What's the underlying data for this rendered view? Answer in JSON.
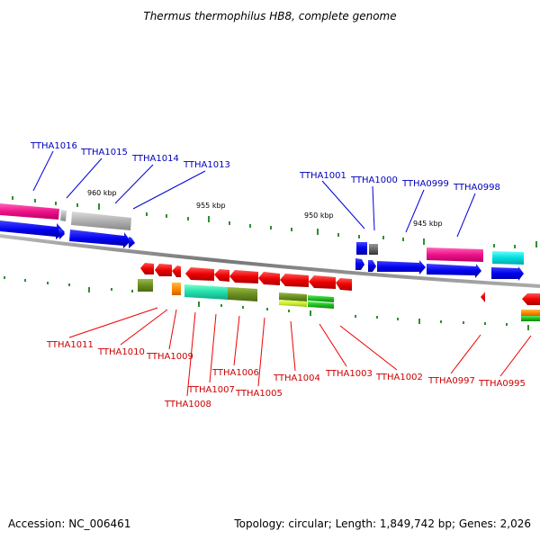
{
  "title": "Thermus thermophilus HB8, complete genome",
  "footer": {
    "accession": "Accession: NC_006461",
    "summary": "Topology: circular; Length: 1,849,742 bp; Genes: 2,026"
  },
  "scale_labels": [
    "960 kbp",
    "955 kbp",
    "950 kbp",
    "945 kbp"
  ],
  "genes_plus_strand": [
    "TTHA1016",
    "TTHA1015",
    "TTHA1014",
    "TTHA1013",
    "TTHA1001",
    "TTHA1000",
    "TTHA0999",
    "TTHA0998"
  ],
  "genes_minus_strand": [
    "TTHA1011",
    "TTHA1010",
    "TTHA1009",
    "TTHA1008",
    "TTHA1007",
    "TTHA1006",
    "TTHA1005",
    "TTHA1004",
    "TTHA1003",
    "TTHA1002",
    "TTHA0997",
    "TTHA0995"
  ],
  "colors": {
    "plus_strand_label": "#0000bb",
    "minus_strand_label": "#cc0000",
    "genome_axis": "#808080",
    "cds_plus": "#0000ee",
    "cds_minus": "#ee0000",
    "tick": "#2f8f2f"
  }
}
